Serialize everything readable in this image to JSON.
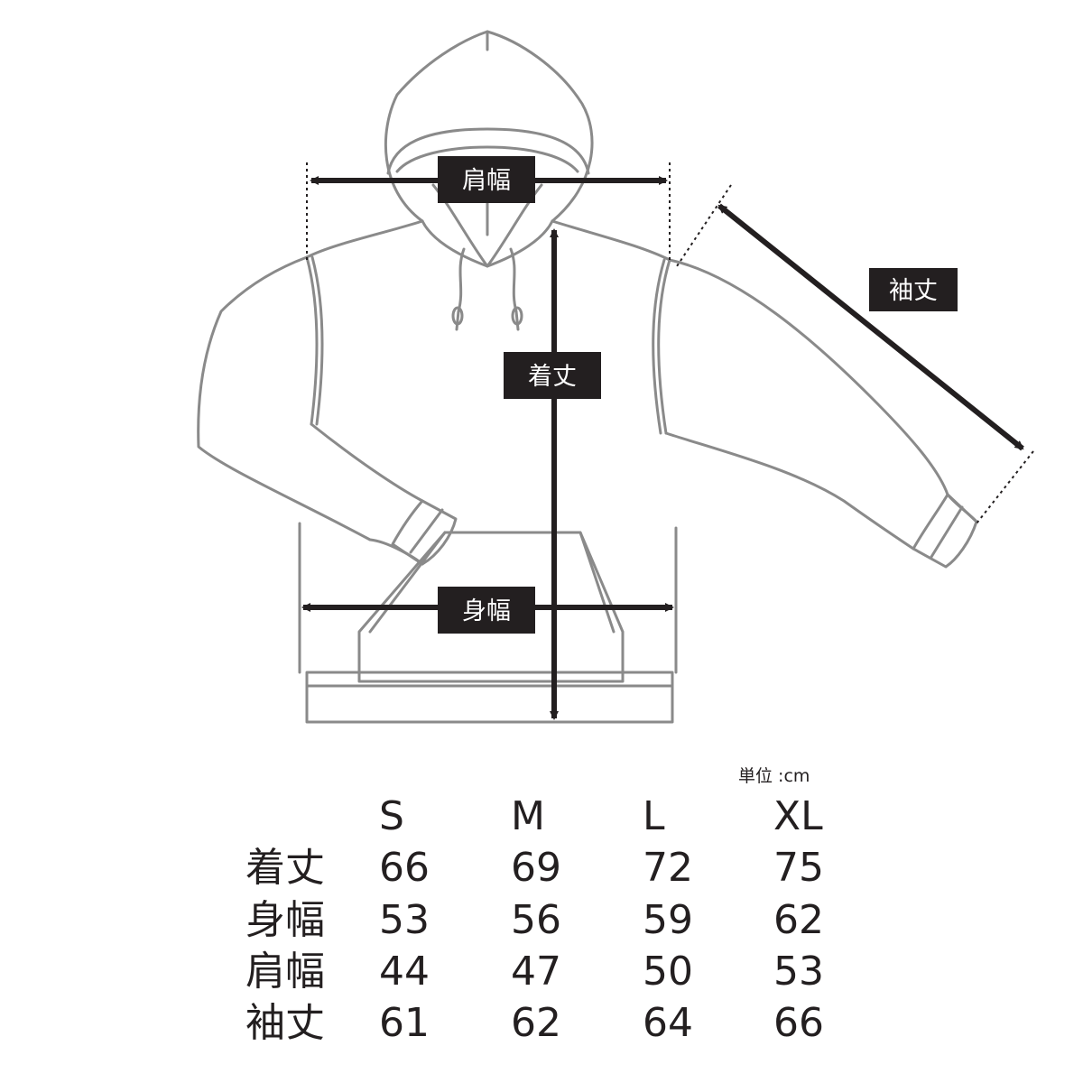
{
  "diagram": {
    "labels": {
      "shoulder_width": "肩幅",
      "body_length": "着丈",
      "sleeve_length": "袖丈",
      "body_width": "身幅"
    }
  },
  "size_chart": {
    "unit_label": "単位 :cm",
    "columns": [
      "S",
      "M",
      "L",
      "XL"
    ],
    "rows": [
      {
        "label": "着丈",
        "values": [
          "66",
          "69",
          "72",
          "75"
        ]
      },
      {
        "label": "身幅",
        "values": [
          "53",
          "56",
          "59",
          "62"
        ]
      },
      {
        "label": "肩幅",
        "values": [
          "44",
          "47",
          "50",
          "53"
        ]
      },
      {
        "label": "袖丈",
        "values": [
          "61",
          "62",
          "64",
          "66"
        ]
      }
    ]
  },
  "colors": {
    "outline": "#8a8a8a",
    "arrow": "#231f20",
    "label_bg": "#231f20",
    "label_text": "#ffffff"
  }
}
